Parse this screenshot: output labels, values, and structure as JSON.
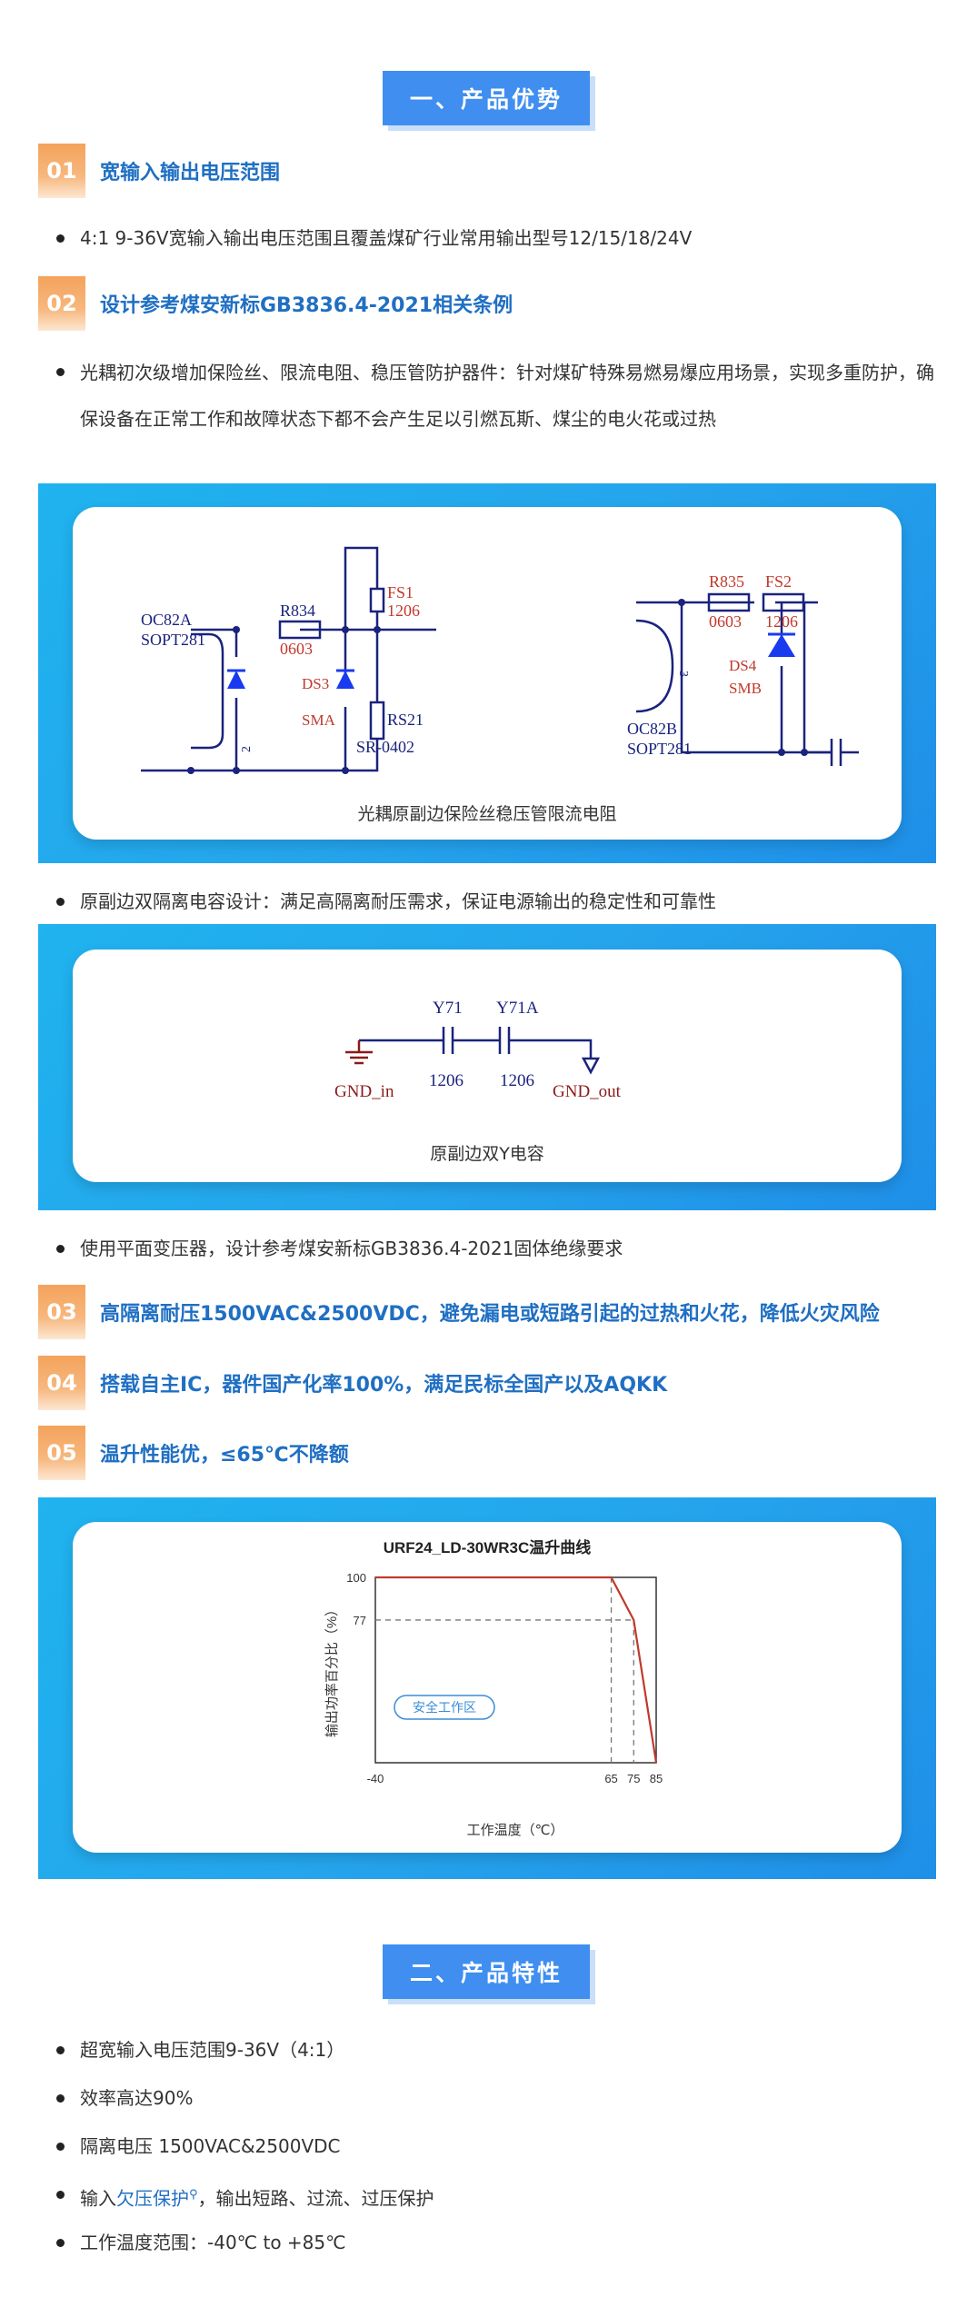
{
  "sections": [
    {
      "title": "一、产品优势"
    },
    {
      "title": "二、产品特性"
    }
  ],
  "advantages": [
    {
      "num": "01",
      "title": "宽输入输出电压范围"
    },
    {
      "num": "02",
      "title": "设计参考煤安新标GB3836.4-2021相关条例"
    },
    {
      "num": "03",
      "title": "高隔离耐压1500VAC&2500VDC，避免漏电或短路引起的过热和火花，降低火灾风险"
    },
    {
      "num": "04",
      "title": "搭载自主IC，器件国产化率100%，满足民标全国产以及AQKK"
    },
    {
      "num": "05",
      "title": "温升性能优，≤65℃不降额"
    }
  ],
  "bullets": {
    "b1": "4:1 9-36V宽输入输出电压范围且覆盖煤矿行业常用输出型号12/15/18/24V",
    "b2": "光耦初次级增加保险丝、限流电阻、稳压管防护器件：针对煤矿特殊易燃易爆应用场景，实现多重防护，确保设备在正常工作和故障状态下都不会产生足以引燃瓦斯、煤尘的电火花或过热",
    "b3": "原副边双隔离电容设计：满足高隔离耐压需求，保证电源输出的稳定性和可靠性",
    "b4": "使用平面变压器，设计参考煤安新标GB3836.4-2021固体绝缘要求"
  },
  "figure1": {
    "caption": "光耦原副边保险丝稳压管限流电阻",
    "left": {
      "ic1": "OC82A",
      "ic2": "SOPT281",
      "r": "R834",
      "rv": "0603",
      "d": "DS3",
      "dv": "SMA",
      "f": "FS1",
      "fv": "1206",
      "r2": "RS21",
      "r2v": "SR-0402",
      "pin": "2"
    },
    "right": {
      "r": "R835",
      "rv": "0603",
      "f": "FS2",
      "fv": "1206",
      "d": "DS4",
      "dv": "SMB",
      "ic1": "OC82B",
      "ic2": "SOPT281",
      "pin": "3"
    }
  },
  "figure2": {
    "caption": "原副边双Y电容",
    "c1": "Y71",
    "c1v": "1206",
    "c2": "Y71A",
    "c2v": "1206",
    "gnd_in": "GND_in",
    "gnd_out": "GND_out"
  },
  "chart_data": {
    "type": "line",
    "title": "URF24_LD-30WR3C温升曲线",
    "xlabel": "工作温度（℃）",
    "ylabel": "输出功率百分比（%）",
    "x": [
      -40,
      65,
      75,
      85
    ],
    "y": [
      100,
      100,
      77,
      0
    ],
    "x_ticks": [
      "-40",
      "65",
      "75",
      "85"
    ],
    "y_ticks": [
      "100",
      "77"
    ],
    "annotation": "安全工作区",
    "line_color": "#c0392b"
  },
  "features": [
    {
      "text": "超宽输入电压范围9-36V（4:1）"
    },
    {
      "text": "效率高达90%"
    },
    {
      "text": "隔离电压 1500VAC&2500VDC"
    },
    {
      "pre": "输入",
      "link": "欠压保护",
      "post": "，输出短路、过流、过压保护"
    },
    {
      "text": "工作温度范围：-40℃ to +85℃"
    }
  ]
}
